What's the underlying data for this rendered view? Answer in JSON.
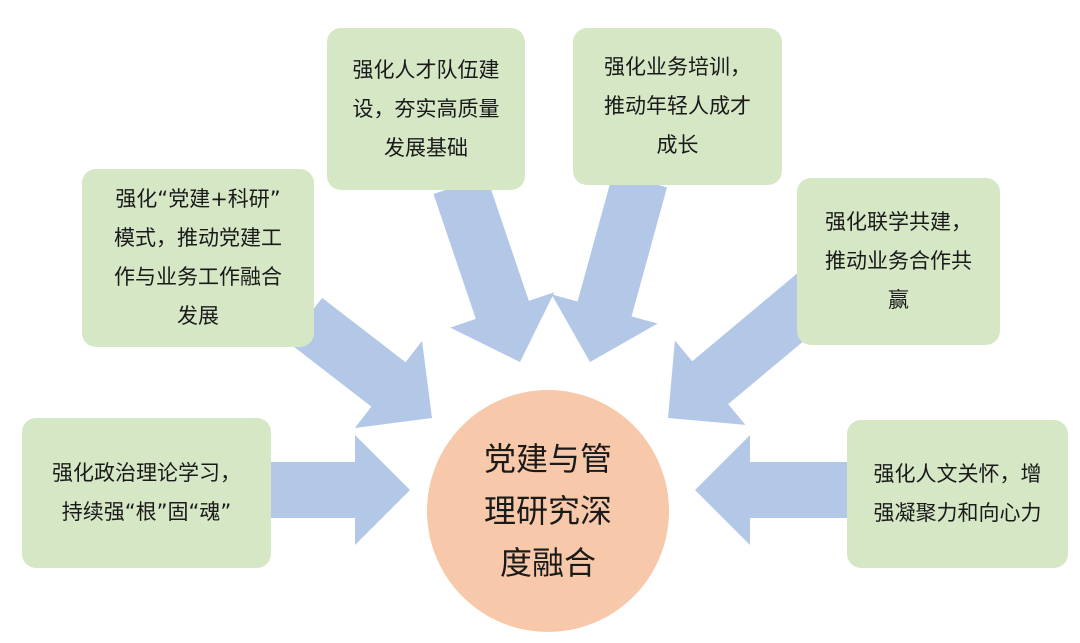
{
  "colors": {
    "box": "#d6e7c6",
    "arrow": "#b3c7e6",
    "center": "#f7c9aa"
  },
  "center": {
    "lines": [
      "党建与管",
      "理研究深",
      "度融合"
    ]
  },
  "boxes": {
    "talent": {
      "lines": [
        "强化人才队伍建",
        "设，夯实高质量",
        "发展基础"
      ]
    },
    "training": {
      "lines": [
        "强化业务培训，",
        "推动年轻人成才",
        "成长"
      ]
    },
    "research": {
      "lines": [
        "强化“党建+科研”",
        "模式，推动党建工",
        "作与业务工作融合",
        "发展"
      ]
    },
    "joint": {
      "lines": [
        "强化联学共建，",
        "推动业务合作共",
        "赢"
      ]
    },
    "political": {
      "lines": [
        "强化政治理论学习，",
        "持续强“根”固“魂”"
      ]
    },
    "humanistic": {
      "lines": [
        "强化人文关怀，增",
        "强凝聚力和向心力"
      ]
    }
  }
}
